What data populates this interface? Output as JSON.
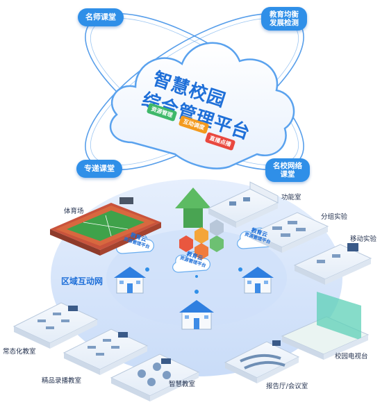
{
  "platform": {
    "title_line1": "智慧校园",
    "title_line2": "综合管理平台",
    "tags": [
      {
        "label": "资源管理",
        "color": "#3fb86a"
      },
      {
        "label": "互动调度",
        "color": "#f39a1e"
      },
      {
        "label": "直播点播",
        "color": "#e9483f"
      }
    ]
  },
  "orbit_pills": {
    "top_left": "名师课堂",
    "top_right_line1": "教育均衡",
    "top_right_line2": "发展检测",
    "bottom_left": "专递课堂",
    "bottom_right_line1": "名校网络",
    "bottom_right_line2": "课堂"
  },
  "network_label": "区域互动网",
  "cloud_label_line1": "教育云",
  "cloud_label_line2": "资源管理平台",
  "rooms": {
    "sports_field": "体育场",
    "function_room": "功能室",
    "group_lab": "分组实验",
    "mobile_lab": "移动实验",
    "campus_tv": "校园电视台",
    "auditorium": "报告厅/会议室",
    "smart_classroom": "智慧教室",
    "recording_classroom": "精品录播教室",
    "normal_classroom": "常态化教室"
  },
  "colors": {
    "primary": "#2f8fe8",
    "title": "#1e6fd8",
    "platform_disc": "#d8e6fb",
    "cloud": "#ffffff",
    "house_roof": "#2f7fe0",
    "arrow_green": "#5dbb63"
  }
}
